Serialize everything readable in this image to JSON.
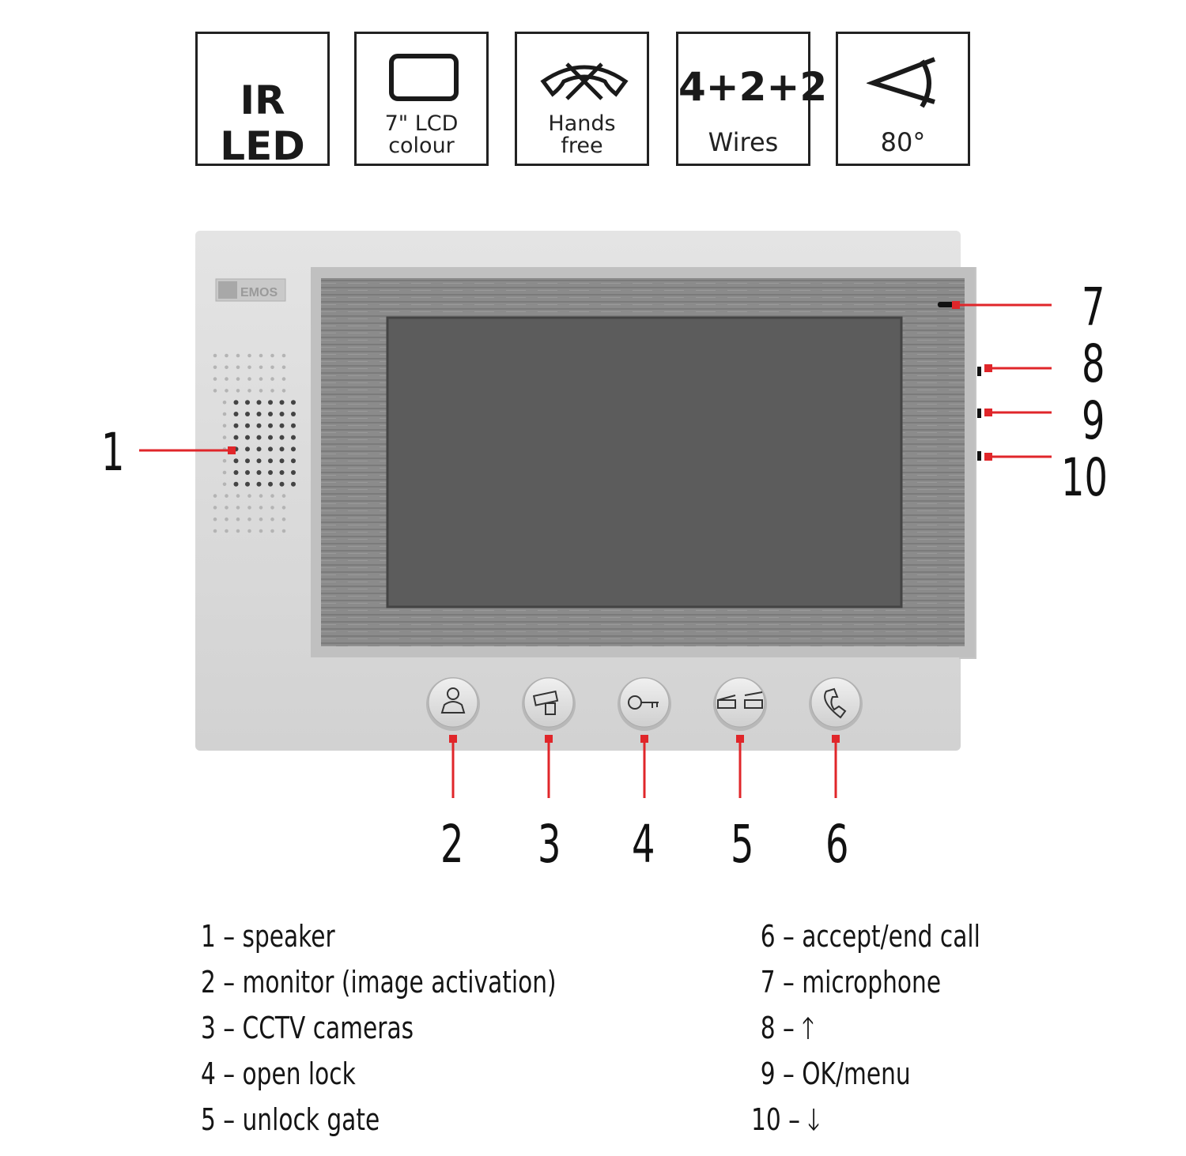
{
  "features": [
    {
      "title": "IR LED",
      "lines": []
    },
    {
      "title": "",
      "lines": [
        "7\" LCD",
        "colour"
      ]
    },
    {
      "title": "",
      "lines": [
        "Hands",
        "free"
      ]
    },
    {
      "title": "4+2+2",
      "lines": [
        "Wires"
      ]
    },
    {
      "title": "",
      "lines": [
        "80°"
      ]
    }
  ],
  "device": {
    "brand": "EMOS",
    "callouts": [
      "1",
      "2",
      "3",
      "4",
      "5",
      "6",
      "7",
      "8",
      "9",
      "10"
    ]
  },
  "legend": {
    "left": [
      "1 – speaker",
      "2 – monitor (image activation)",
      "3 – CCTV cameras",
      "4 – open lock",
      "5 – unlock gate"
    ],
    "right": [
      "6 – accept/end call",
      "7 – microphone",
      "8 – 🡑",
      "9 – OK/menu",
      "10 – 🡓"
    ]
  },
  "colors": {
    "callout_red": "#e0262a",
    "frame": "#d9d9d9",
    "bezel": "#8a8a8a",
    "screen": "#5d5d5d"
  }
}
